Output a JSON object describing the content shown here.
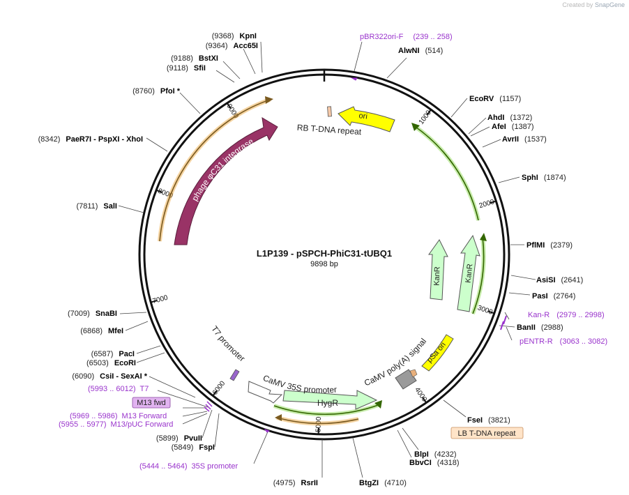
{
  "credit": {
    "prefix": "Created by",
    "brand": "SnapGene"
  },
  "plasmid": {
    "name": "L1P139 - pSPCH-PhiC31-tUBQ1",
    "size_label": "9898 bp",
    "length": 9898
  },
  "scale_ticks": [
    {
      "pos": 1000,
      "label": "1000"
    },
    {
      "pos": 2000,
      "label": "2000"
    },
    {
      "pos": 3000,
      "label": "3000"
    },
    {
      "pos": 4000,
      "label": "4000"
    },
    {
      "pos": 5000,
      "label": "5000"
    },
    {
      "pos": 6000,
      "label": "6000"
    },
    {
      "pos": 7000,
      "label": "7000"
    },
    {
      "pos": 8000,
      "label": "8000"
    },
    {
      "pos": 9000,
      "label": "9000"
    }
  ],
  "sites": [
    {
      "pos": "(9368)",
      "name": "KpnI"
    },
    {
      "pos": "(9364)",
      "name": "Acc65I"
    },
    {
      "pos": "(9188)",
      "name": "BstXI"
    },
    {
      "pos": "(9118)",
      "name": "SfiI"
    },
    {
      "pos": "(8760)",
      "name": "PfoI *"
    },
    {
      "pos": "(8342)",
      "name": "PaeR7I   - PspXI   - XhoI"
    },
    {
      "pos": "(7811)",
      "name": "SalI"
    },
    {
      "pos": "(7009)",
      "name": "SnaBI"
    },
    {
      "pos": "(6868)",
      "name": "MfeI"
    },
    {
      "pos": "(6587)",
      "name": "PacI"
    },
    {
      "pos": "(6503)",
      "name": "EcoRI"
    },
    {
      "pos": "(6090)",
      "name": "CsiI   - SexAI *"
    },
    {
      "pos": "(5899)",
      "name": "PvuII"
    },
    {
      "pos": "(5849)",
      "name": "FspI"
    },
    {
      "pos": "(4975)",
      "name": "RsrII"
    },
    {
      "pos": "(4710)",
      "name": "BtgZI"
    },
    {
      "pos": "(4318)",
      "name": "BbvCI"
    },
    {
      "pos": "(4232)",
      "name": "BlpI"
    },
    {
      "pos": "(3821)",
      "name": "FseI"
    },
    {
      "pos": "(2988)",
      "name": "BanII"
    },
    {
      "pos": "(2764)",
      "name": "PasI"
    },
    {
      "pos": "(2641)",
      "name": "AsiSI"
    },
    {
      "pos": "(2379)",
      "name": "PflMI"
    },
    {
      "pos": "(1874)",
      "name": "SphI"
    },
    {
      "pos": "(1537)",
      "name": "AvrII"
    },
    {
      "pos": "(1387)",
      "name": "AfeI"
    },
    {
      "pos": "(1372)",
      "name": "AhdI"
    },
    {
      "pos": "(1157)",
      "name": "EcoRV"
    },
    {
      "pos": "(514)",
      "name": "AlwNI"
    }
  ],
  "primers": [
    {
      "range": "(239 .. 258)",
      "name": "pBR322ori-F"
    },
    {
      "range": "(2979 .. 2998)",
      "name": "Kan-R"
    },
    {
      "range": "(3063 .. 3082)",
      "name": "pENTR-R"
    },
    {
      "range": "(5444 .. 5464)",
      "name": "35S promoter"
    },
    {
      "range": "(5955 .. 5977)",
      "name": "M13/pUC Forward"
    },
    {
      "range": "(5969 .. 5986)",
      "name": "M13 Forward"
    },
    {
      "range": "(5993 .. 6012)",
      "name": "T7"
    }
  ],
  "features": {
    "ori": "ori",
    "rb": "RB T-DNA repeat",
    "kanr1": "KanR",
    "kanr2": "KanR",
    "psa": "pSa ori",
    "polya": "CaMV poly(A) signal",
    "hygr": "HygR",
    "camv35s": "CaMV 35S promoter",
    "t7": "T7 promoter",
    "phage": "phage φC31 integrase",
    "lb": "LB T-DNA repeat",
    "m13fwd": "M13 fwd"
  },
  "colors": {
    "ori": "#ffff00",
    "kanr": "#ccffcc",
    "hygr": "#ccffcc",
    "psa": "#ffff00",
    "phage": "#993366",
    "lb_box": "#ffe4c8",
    "m13_box": "#e1b3f0",
    "primer": "#9933cc",
    "orange_arc": "#e8a030",
    "green_arc": "#55aa00"
  }
}
